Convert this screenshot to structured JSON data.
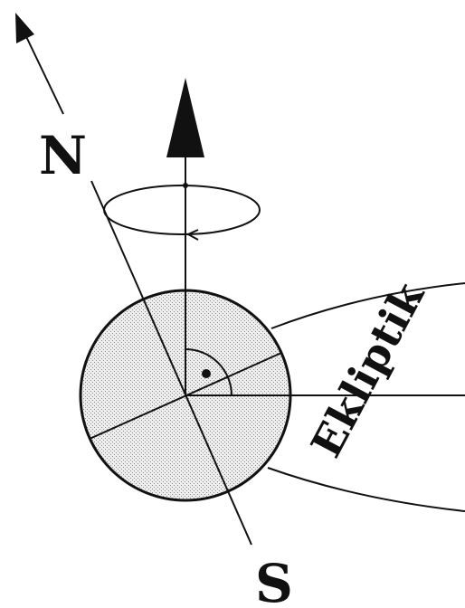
{
  "labels": {
    "north": "N",
    "south": "S",
    "ecliptic": "Ekliptik"
  },
  "colors": {
    "ink": "#111111",
    "globe_fill": "#d9d9d9",
    "background": "#ffffff"
  },
  "icons": {
    "rotation": "rotation-ellipse-arrow",
    "axis_tip": "arrow-up-icon",
    "right_angle": "right-angle-marker"
  }
}
